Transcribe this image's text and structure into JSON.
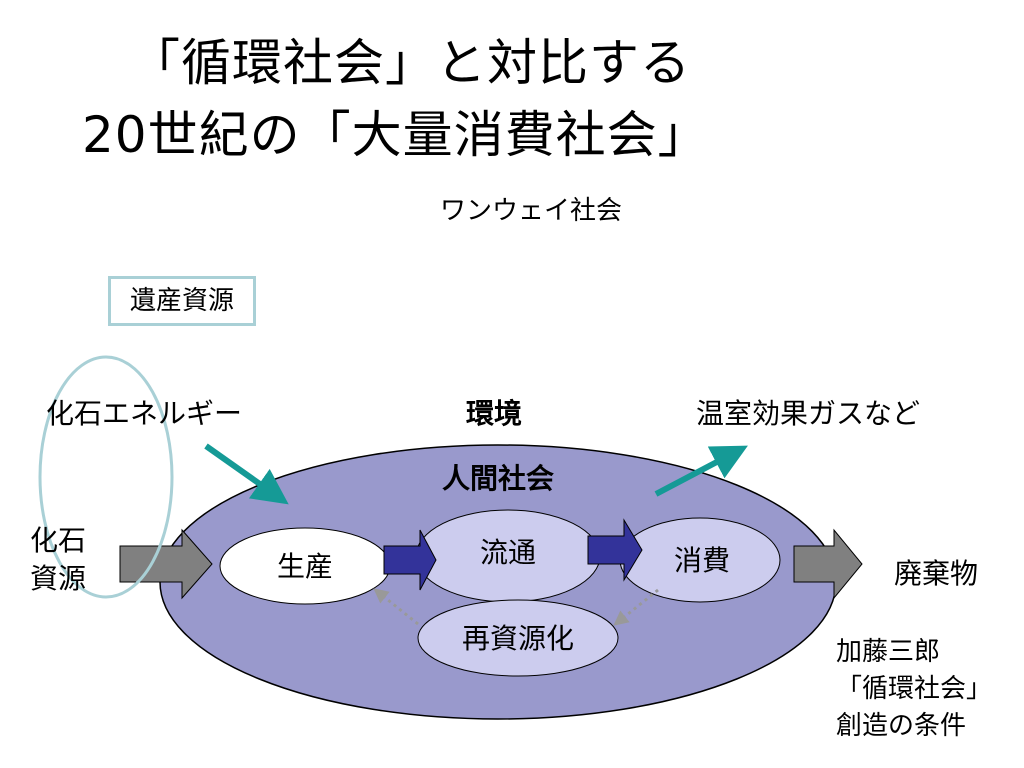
{
  "title_line1": "「循環社会」と対比する",
  "title_line2": "20世紀の「大量消費社会」",
  "subtitle": "ワンウェイ社会",
  "legacy_resources": "遺産資源",
  "fossil_energy": "化石エネルギー",
  "environment": "環境",
  "greenhouse_gases": "温室効果ガスなど",
  "human_society": "人間社会",
  "fossil_resources_line1": "化石",
  "fossil_resources_line2": "資源",
  "production": "生産",
  "distribution": "流通",
  "consumption": "消費",
  "recycling": "再資源化",
  "waste": "廃棄物",
  "credit_line1": "加藤三郎",
  "credit_line2": "「循環社会」",
  "credit_line3": "創造の条件",
  "colors": {
    "society_fill": "#9999cc",
    "node_fill": "#ffffff",
    "subnode_fill": "#ccccee",
    "teal": "#159a96",
    "gray_arrow": "#808080",
    "blue_arrow": "#33339a",
    "legacy_outline": "#a9d0d6"
  }
}
